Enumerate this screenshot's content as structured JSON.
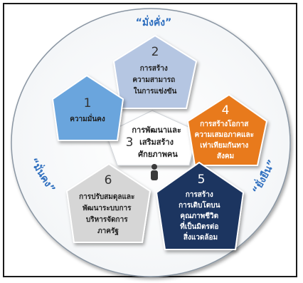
{
  "ring_labels": {
    "top": "“มั่งคั่ง”",
    "left": "“มั่นคง”",
    "right": "“ยั่งยืน”"
  },
  "pentagons": [
    {
      "number": "2",
      "lines": [
        "การสร้าง",
        "ความสามารถ",
        "ในการแข่งขัน"
      ],
      "color": "#b5c6e2"
    },
    {
      "number": "1",
      "lines": [
        "ความมั่นคง"
      ],
      "color": "#6ba5dd"
    },
    {
      "number": "4",
      "lines": [
        "การสร้างโอกาส",
        "ความเสมอภาคและ",
        "เท่าเทียมกันทาง",
        "สังคม"
      ],
      "color": "#e87a1b"
    },
    {
      "number": "6",
      "lines": [
        "การปรับสมดุลและ",
        "พัฒนาระบบการ",
        "บริหารจัดการ",
        "ภาครัฐ"
      ],
      "color": "#d6d6d6"
    },
    {
      "number": "5",
      "lines": [
        "การสร้าง",
        "การเติบโตบน",
        "คุณภาพชีวิต",
        "ที่เป็นมิตรต่อ",
        "สิ่งแวดล้อม"
      ],
      "color": "#1d3460"
    }
  ],
  "center": {
    "number": "3",
    "lines": [
      "การพัฒนาและ",
      "เสริมสร้าง",
      "ศักยภาพคน"
    ],
    "icon": "person-icon"
  }
}
